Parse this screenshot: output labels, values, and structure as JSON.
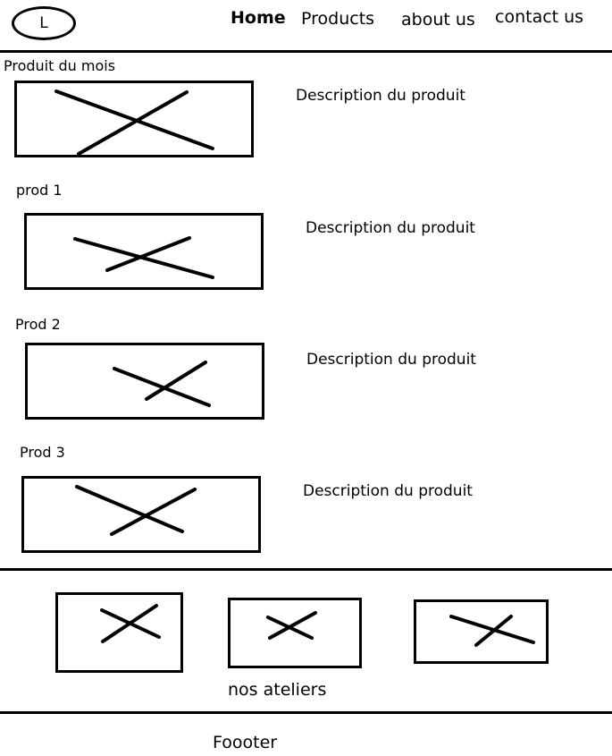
{
  "header": {
    "logo_letter": "L",
    "nav": [
      "Home",
      "Products",
      "about us",
      "contact us"
    ]
  },
  "main": {
    "featured_title": "Produit du mois",
    "featured_description": "Description du produit",
    "products": [
      {
        "label": "prod 1",
        "description": "Description du produit"
      },
      {
        "label": "Prod 2",
        "description": "Description du produit"
      },
      {
        "label": "Prod 3",
        "description": "Description du produit"
      }
    ]
  },
  "ateliers": {
    "caption": "nos ateliers"
  },
  "footer": {
    "text": "Foooter"
  }
}
